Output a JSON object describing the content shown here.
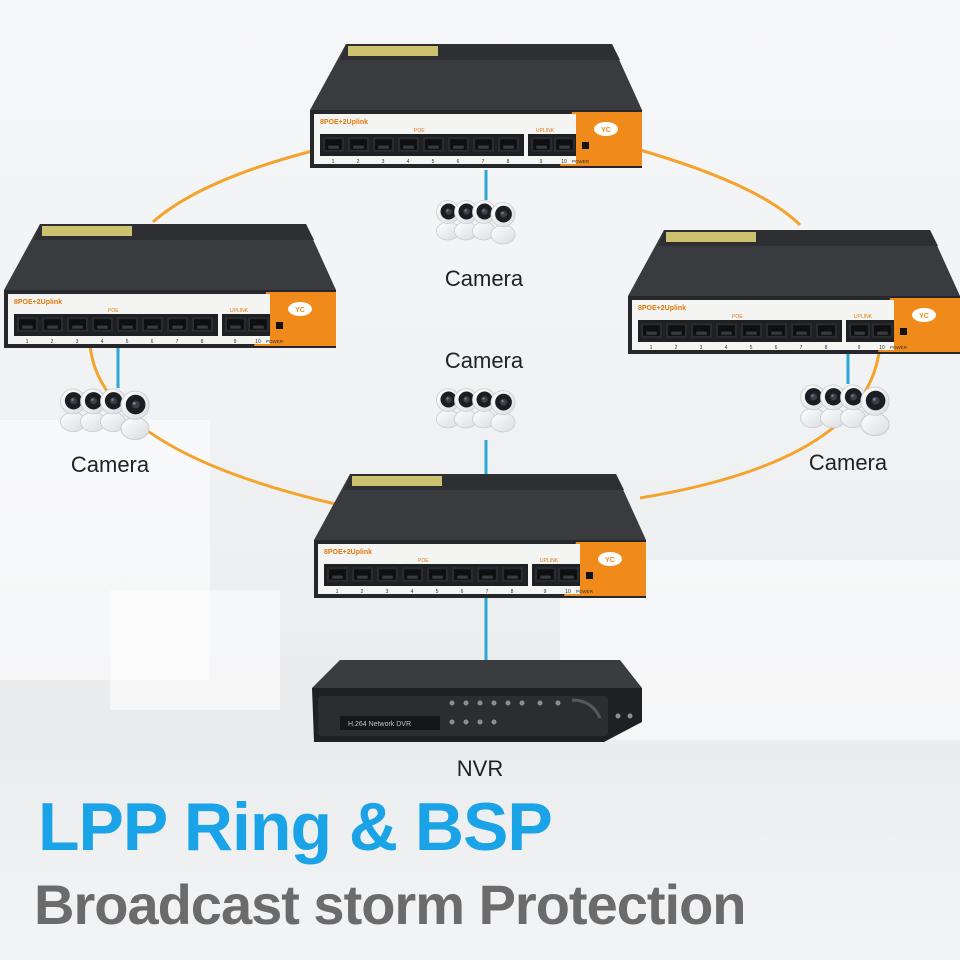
{
  "colors": {
    "ring": "#f4a32c",
    "link": "#2aa7d6",
    "switch_body": "#26272a",
    "panel": "#f08a1a",
    "headline": "#1aa3e6",
    "subline": "#6b6b6b"
  },
  "switch": {
    "model_label": "8POE+2Uplink",
    "poe_label": "POE",
    "uplink_label": "UPLINK",
    "power_label": "POWER",
    "logo_text": "YC",
    "port_numbers": [
      "1",
      "2",
      "3",
      "4",
      "5",
      "6",
      "7",
      "8",
      "9",
      "10"
    ]
  },
  "labels": {
    "camera_top": "Camera",
    "camera_mid": "Camera",
    "camera_left": "Camera",
    "camera_right": "Camera",
    "nvr": "NVR"
  },
  "nvr_device": {
    "model_text": "H.264 Network DVR"
  },
  "headline": "LPP Ring & BSP",
  "subline": "Broadcast storm Protection"
}
